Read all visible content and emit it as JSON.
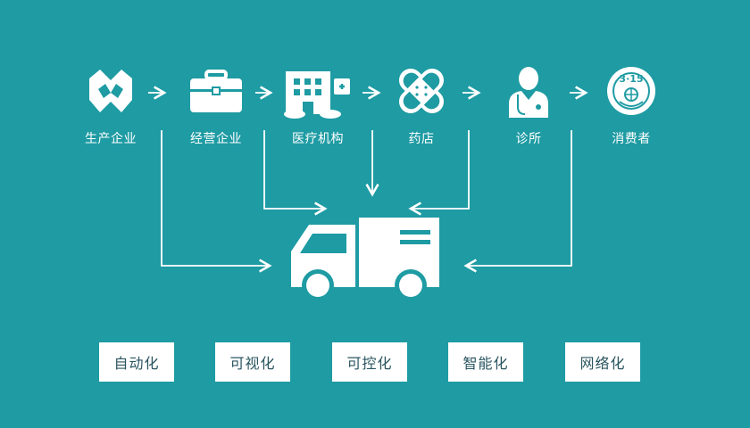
{
  "accent_color": "#1e9ba3",
  "nodes": [
    {
      "label": "生产企业",
      "icon": "manufacturer-logo-icon"
    },
    {
      "label": "经营企业",
      "icon": "briefcase-icon"
    },
    {
      "label": "医疗机构",
      "icon": "hospital-icon"
    },
    {
      "label": "药店",
      "icon": "bandage-icon"
    },
    {
      "label": "诊所",
      "icon": "doctor-icon"
    },
    {
      "label": "消费者",
      "icon": "consumer-315-icon"
    }
  ],
  "center_icon": "delivery-truck-icon",
  "features": [
    "自动化",
    "可视化",
    "可控化",
    "智能化",
    "网络化"
  ]
}
